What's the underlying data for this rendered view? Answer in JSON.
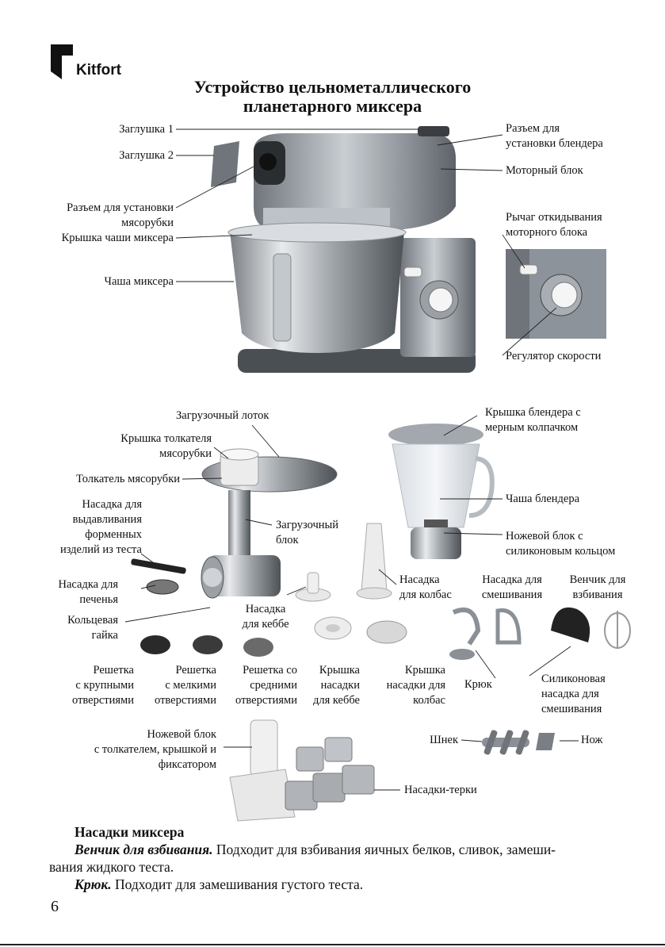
{
  "brand": "Kitfort",
  "title_line1": "Устройство цельнометаллического",
  "title_line2": "планетарного миксера",
  "mixer_labels": {
    "plug1": "Заглушка 1",
    "plug2": "Заглушка 2",
    "grinder_socket_1": "Разъем для установки",
    "grinder_socket_2": "мясорубки",
    "bowl_lid": "Крышка чаши миксера",
    "bowl": "Чаша миксера",
    "blender_socket_1": "Разъем для",
    "blender_socket_2": "установки блендера",
    "motor": "Моторный блок",
    "lever_1": "Рычаг откидывания",
    "lever_2": "моторного блока",
    "speed": "Регулятор скорости"
  },
  "grinder_labels": {
    "tray": "Загрузочный лоток",
    "pusher_lid_1": "Крышка толкателя",
    "pusher_lid_2": "мясорубки",
    "pusher": "Толкатель мясорубки",
    "dough_1": "Насадка для",
    "dough_2": "выдавливания",
    "dough_3": "форменных",
    "dough_4": "изделий из теста",
    "load_block_1": "Загрузочный",
    "load_block_2": "блок",
    "cookie_1": "Насадка для",
    "cookie_2": "печенья",
    "ring_1": "Кольцевая",
    "ring_2": "гайка",
    "kebbe_1": "Насадка",
    "kebbe_2": "для кеббе",
    "sausage_1": "Насадка",
    "sausage_2": "для колбас"
  },
  "blender_labels": {
    "lid_1": "Крышка блендера с",
    "lid_2": "мерным колпачком",
    "jar": "Чаша блендера",
    "blade_1": "Ножевой блок с",
    "blade_2": "силиконовым кольцом"
  },
  "tool_labels": {
    "mixing_1": "Насадка для",
    "mixing_2": "смешивания",
    "whisk_1": "Венчик для",
    "whisk_2": "взбивания",
    "hook": "Крюк",
    "silicone_1": "Силиконовая",
    "silicone_2": "насадка для",
    "silicone_3": "смешивания"
  },
  "grid_labels": {
    "large_1": "Решетка",
    "large_2": "с крупными",
    "large_3": "отверстиями",
    "small_1": "Решетка",
    "small_2": "с мелкими",
    "small_3": "отверстиями",
    "medium_1": "Решетка со",
    "medium_2": "средними",
    "medium_3": "отверстиями",
    "kebbe_cap_1": "Крышка",
    "kebbe_cap_2": "насадки",
    "kebbe_cap_3": "для кеббе",
    "sausage_cap_1": "Крышка",
    "sausage_cap_2": "насадки для",
    "sausage_cap_3": "колбас"
  },
  "bottom_labels": {
    "slicer_1": "Ножевой блок",
    "slicer_2": "с толкателем, крышкой и",
    "slicer_3": "фиксатором",
    "graters": "Насадки-терки",
    "auger": "Шнек",
    "knife": "Нож"
  },
  "section_heading": "Насадки миксера",
  "para1_term": "Венчик для взбивания.",
  "para1_text": " Подходит для взбивания яичных белков, сливок, замеши-",
  "para1_cont": "вания жидкого теста.",
  "para2_term": "Крюк.",
  "para2_text": " Подходит для замешивания густого теста.",
  "page_number": "6"
}
